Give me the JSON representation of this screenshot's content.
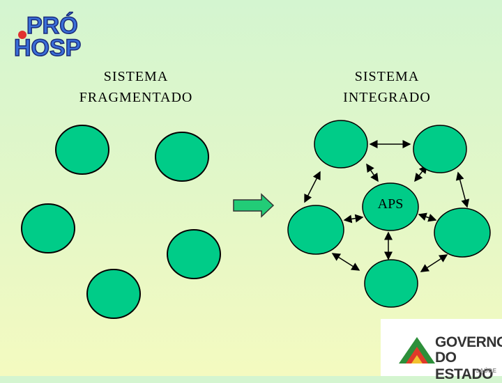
{
  "logo": {
    "line1": "PRÓ",
    "line2": "HOSP"
  },
  "left_title": {
    "line1": "SISTEMA",
    "line2": "FRAGMENTADO"
  },
  "right_title": {
    "line1": "SISTEMA",
    "line2": "INTEGRADO"
  },
  "center_node_label": "APS",
  "gov_logo": {
    "line1": "GOVERNO",
    "line2": "DO ESTADO",
    "line3": "SAÚDE"
  },
  "colors": {
    "node_fill": "#00cc88",
    "node_stroke": "#000000",
    "arrow_fill": "#22cc77"
  }
}
